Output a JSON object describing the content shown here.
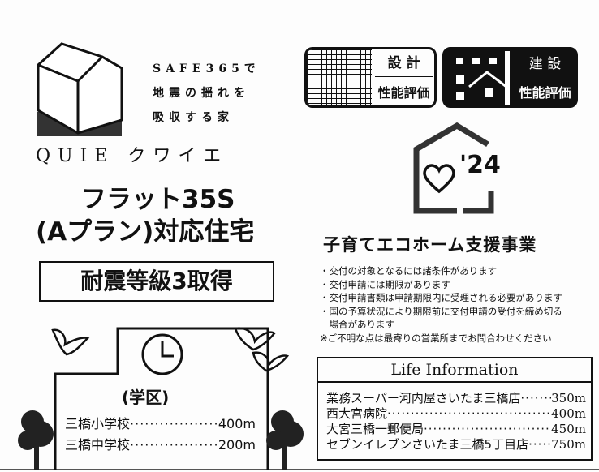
{
  "logo": {
    "tagline": [
      "SAFE365で",
      "地震の揺れを",
      "吸収する家"
    ],
    "brand": "QUIE クワイエ"
  },
  "flat": {
    "line1": "フラット35S",
    "line2": "(Aプラン)対応住宅"
  },
  "seismic": "耐震等級3取得",
  "badges": {
    "design": {
      "top": "設 計",
      "bottom": "性能評価"
    },
    "construction": {
      "top": "建 設",
      "bottom": "性能評価"
    }
  },
  "eco": {
    "logo_text": "'24",
    "title": "子育てエコホーム支援事業",
    "bullets": [
      "・交付の対象となるには諸条件があります",
      "・交付申請には期限があります",
      "・交付申請書類は申請期限内に受理される必要があります",
      "・国の予算状況により期限前に交付申請の受付を締め切る",
      "　場合があります"
    ],
    "note": "※ご不明な点は最寄りの営業所までお問合わせください"
  },
  "school": {
    "label": "(学区)",
    "items": [
      {
        "name": "三橋小学校",
        "distance": "400m"
      },
      {
        "name": "三橋中学校",
        "distance": "200m"
      }
    ]
  },
  "life": {
    "title": "Life Information",
    "items": [
      {
        "name": "業務スーパー河内屋さいたま三橋店",
        "distance": "350m"
      },
      {
        "name": "西大宮病院",
        "distance": "400m"
      },
      {
        "name": "大宮三橋一郵便局",
        "distance": "450m"
      },
      {
        "name": "セブンイレブンさいたま三橋5丁目店",
        "distance": "750m"
      }
    ]
  }
}
